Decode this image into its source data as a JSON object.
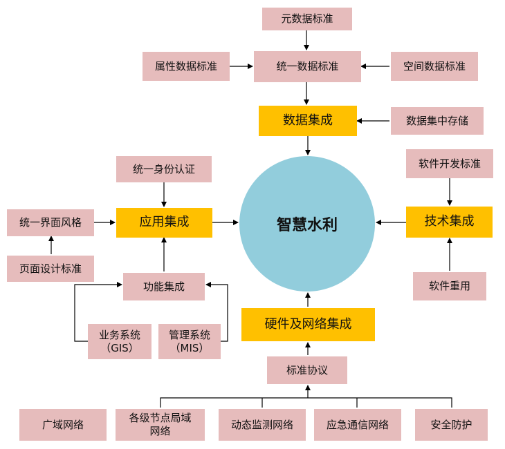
{
  "center": {
    "label": "智慧水利"
  },
  "data_integration": {
    "label": "数据集成",
    "unified_standard": "统一数据标准",
    "meta_standard": "元数据标准",
    "attribute_standard": "属性数据标准",
    "spatial_standard": "空间数据标准",
    "central_storage": "数据集中存储"
  },
  "app_integration": {
    "label": "应用集成",
    "unified_auth": "统一身份认证",
    "unified_ui": "统一界面风格",
    "page_design_standard": "页面设计标准",
    "function_integration": "功能集成",
    "business_system": {
      "line1": "业务系统",
      "line2": "（GIS）"
    },
    "management_system": {
      "line1": "管理系统",
      "line2": "（MIS）"
    }
  },
  "tech_integration": {
    "label": "技术集成",
    "software_dev_standard": "软件开发标准",
    "software_reuse": "软件重用"
  },
  "hardware_integration": {
    "label": "硬件及网络集成",
    "standard_protocol": "标准协议",
    "networks": {
      "wan": "广域网络",
      "node_lan": {
        "line1": "各级节点局域",
        "line2": "网络"
      },
      "dynamic_monitoring": "动态监测网络",
      "emergency_comm": "应急通信网络",
      "security": "安全防护"
    }
  },
  "colors": {
    "pink_box": "#e6bcbc",
    "gold_box": "#ffc000",
    "center_circle": "#92cddc",
    "connector": "#000000"
  }
}
